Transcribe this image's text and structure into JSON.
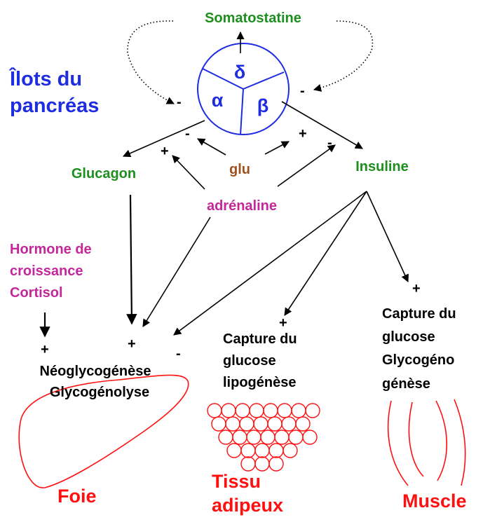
{
  "colors": {
    "hormone_green": "#1e8f1e",
    "pancreas_blue": "#1f2de0",
    "glucose_brown": "#a0521e",
    "stress_magenta": "#c3279a",
    "organ_red": "#ff1010"
  },
  "pancreas": {
    "title_line1": "Îlots du",
    "title_line2": "pancréas",
    "cell_delta": "δ",
    "cell_alpha": "α",
    "cell_beta": "β"
  },
  "hormones": {
    "somatostatine": "Somatostatine",
    "glucagon": "Glucagon",
    "insuline": "Insuline",
    "glu": "glu",
    "adrenaline": "adrénaline",
    "gh_line1": "Hormone de",
    "gh_line2": "croissance",
    "cortisol": "Cortisol"
  },
  "signs": {
    "plus": "+",
    "minus": "-"
  },
  "liver": {
    "process_line1": "Néoglycogénèse",
    "process_line2": "Glycogénolyse",
    "label": "Foie"
  },
  "adipose": {
    "process_line1": "Capture du",
    "process_line2": "glucose",
    "process_line3": "lipogénèse",
    "label_line1": "Tissu",
    "label_line2": "adipeux"
  },
  "muscle": {
    "process_line1": "Capture du",
    "process_line2": "glucose",
    "process_line3": "Glycogéno",
    "process_line4": "génèse",
    "label": "Muscle"
  }
}
